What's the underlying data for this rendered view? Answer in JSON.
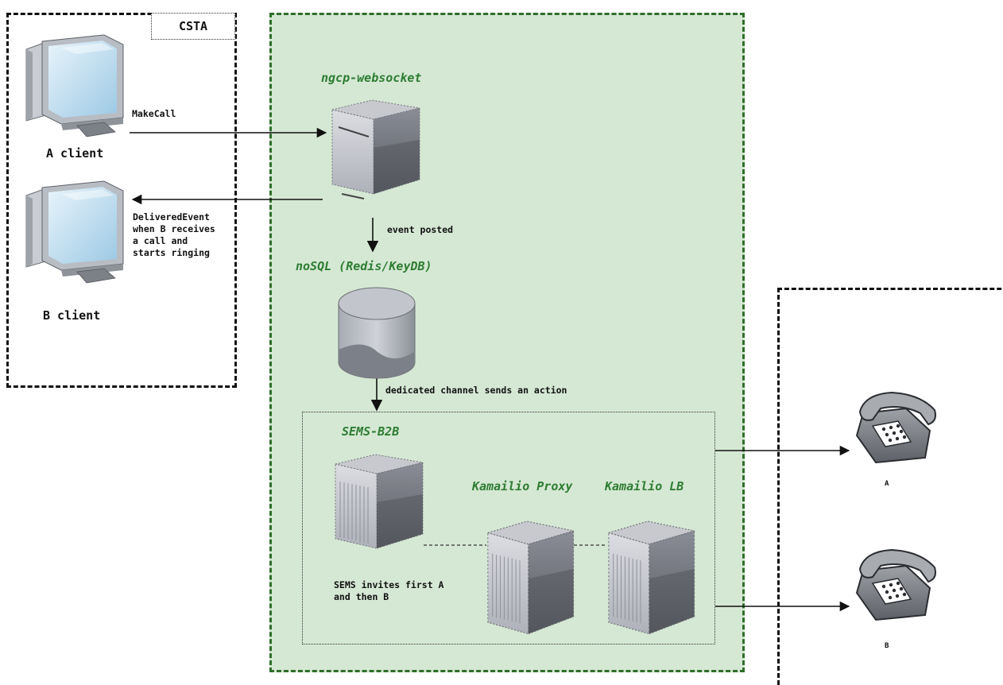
{
  "zones": {
    "csta_label": "CSTA"
  },
  "clients": {
    "a_label": "A client",
    "b_label": "B client"
  },
  "servers": {
    "websocket_label": "ngcp-websocket",
    "nosql_label": "noSQL (Redis/KeyDB)",
    "sems_label": "SEMS-B2B",
    "kamailio_proxy_label": "Kamailio Proxy",
    "kamailio_lb_label": "Kamailio LB"
  },
  "messages": {
    "make_call": "MakeCall",
    "delivered_event": "DeliveredEvent\nwhen B receives\na call and\nstarts ringing",
    "event_posted": "event posted",
    "dedicated_channel": "dedicated channel sends an action",
    "sems_invites": "SEMS invites first A\nand then B"
  },
  "phones": {
    "a_label": "A",
    "b_label": "B"
  },
  "icons": [
    "desktop-computer-icon",
    "server-tower-icon",
    "database-cylinder-icon",
    "telephone-icon"
  ],
  "colors": {
    "green_zone_fill": "#d5e8d4",
    "green_zone_border": "#2f6e2a",
    "green_label": "#2e7d32"
  }
}
